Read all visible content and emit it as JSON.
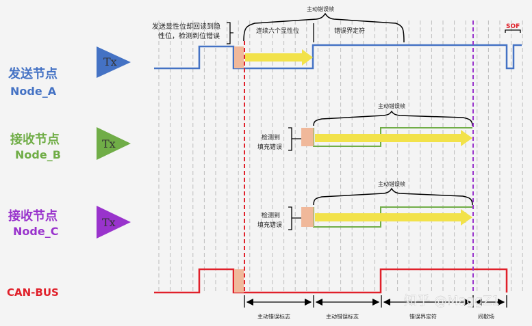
{
  "nodes": {
    "a": {
      "title": "发送节点",
      "name": "Node_A",
      "tx": "Tx",
      "color": "#4472c4"
    },
    "b": {
      "title": "接收节点",
      "name": "Node_B",
      "tx": "Tx",
      "color": "#70ad47"
    },
    "c": {
      "title": "接收节点",
      "name": "Node_C",
      "tx": "Tx",
      "color": "#9933cc"
    }
  },
  "bus": {
    "name": "CAN-BUS",
    "color": "#e0202a"
  },
  "annotations": {
    "a_note_line1": "发送显性位却回读到隐",
    "a_note_line2": "性位，检测到位错误",
    "a_frame": "主动错误帧",
    "a_six_dominant": "连续六个显性位",
    "a_delimiter": "错误界定符",
    "sof": "SOF",
    "b_frame": "主动错误帧",
    "b_detect_line1": "检测到",
    "b_detect_line2": "填充错误",
    "c_frame": "主动错误帧",
    "c_detect_line1": "检测到",
    "c_detect_line2": "填充错误"
  },
  "timeline": {
    "seg1": "主动错误标志",
    "seg2": "主动错误标志",
    "seg3": "错误界定符",
    "seg4": "间歇场"
  },
  "watermark": "知乎 @MaggZ1",
  "colors": {
    "red_marker": "#e0202a",
    "purple_marker": "#9933cc",
    "arrow": "#f2e24a",
    "bit_box": "#f0b89a"
  }
}
